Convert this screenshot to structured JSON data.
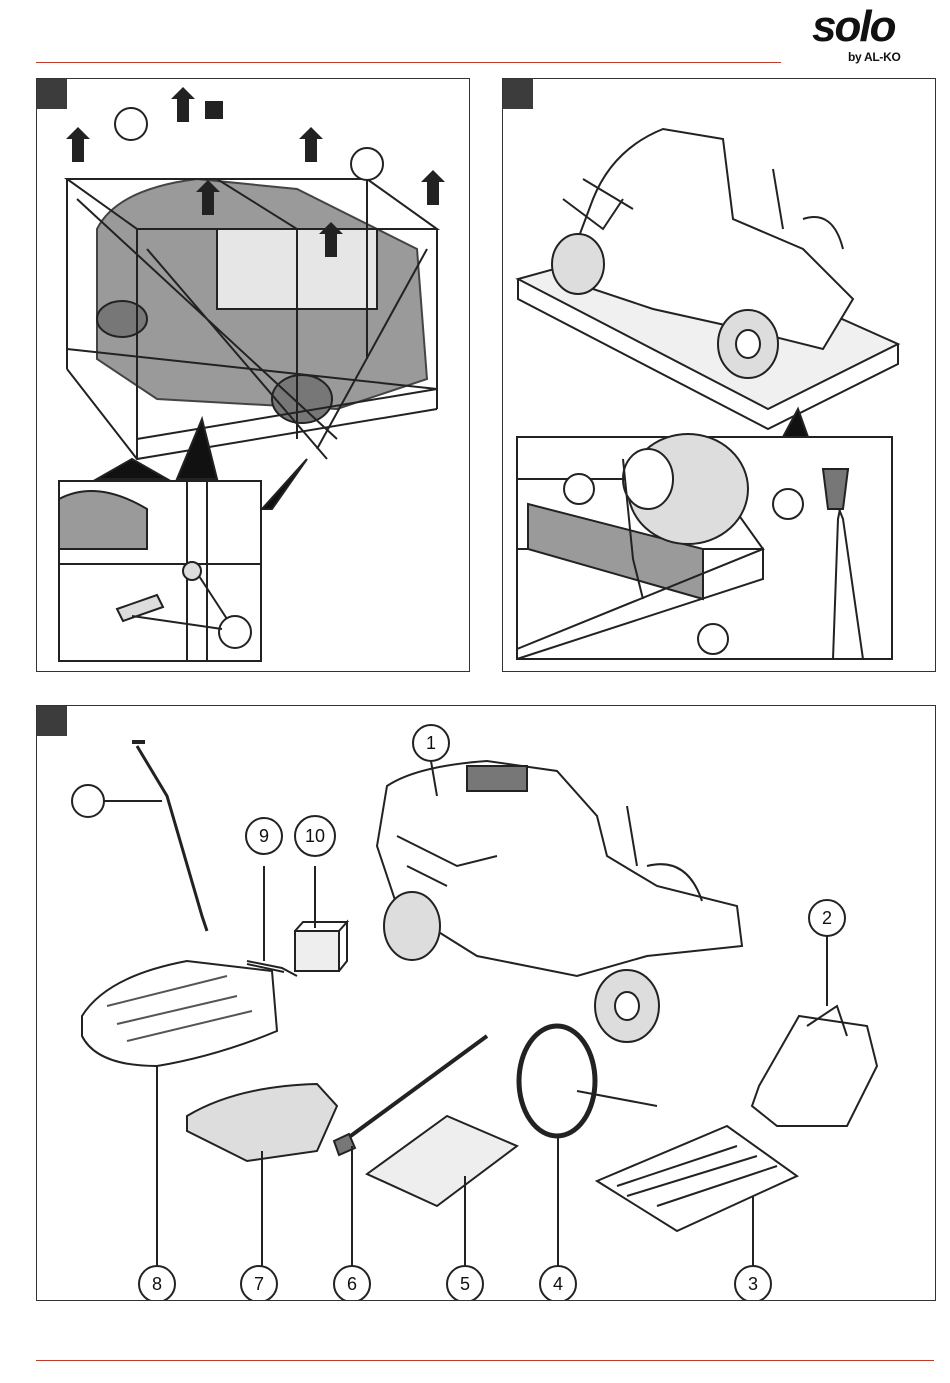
{
  "brand": {
    "name": "solo",
    "tagline": "by AL-KO"
  },
  "figure3": {
    "callouts": {
      "c1": "1",
      "c2": "2",
      "c3": "3",
      "c4": "4",
      "c5": "5",
      "c6": "6",
      "c7": "7",
      "c8": "8",
      "c9": "9",
      "c10": "10"
    }
  },
  "colors": {
    "rule": "#c0392b",
    "panel_marker": "#3c3c3c",
    "line_art": "#222222",
    "shade": "#9a9a9a"
  }
}
